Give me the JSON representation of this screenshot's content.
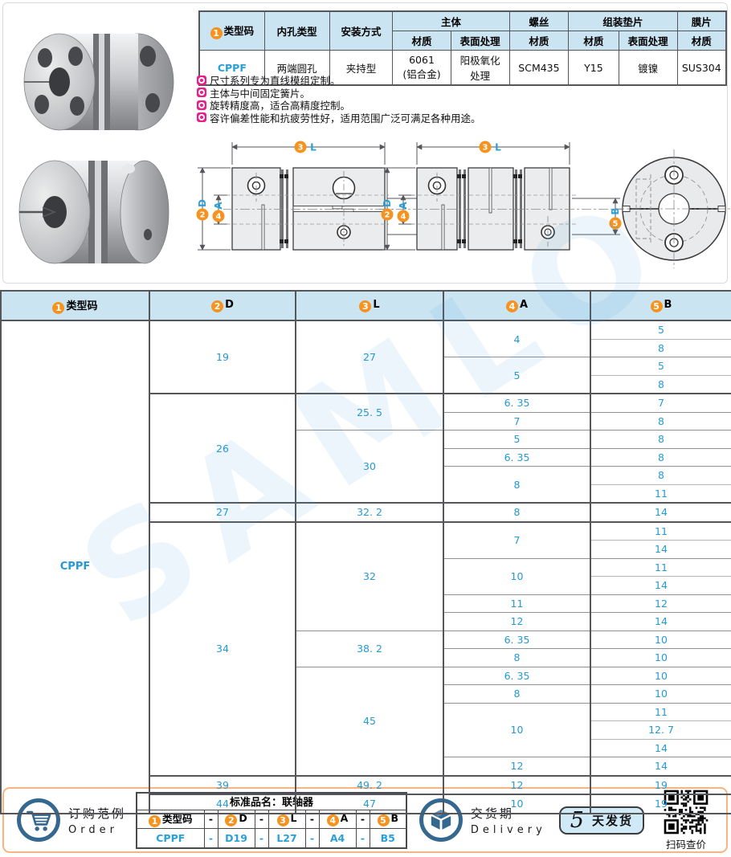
{
  "watermark": "SAMLO",
  "colors": {
    "accent_blue": "#2aa0d8",
    "orange_badge": "#f6921e",
    "magenta_bullet": "#ea1d8d",
    "header_bg": "#cbe4f2",
    "table_border": "#55565a",
    "bottom_panel_border": "#f9b480",
    "icon_blue": "#34688f",
    "days_box_bg": "#cfe9f7"
  },
  "spec_table": {
    "type_code_num": "1",
    "type_code_label": "类型码",
    "bore_label": "内孔类型",
    "mount_label": "安装方式",
    "body_label": "主体",
    "screw_label": "螺丝",
    "washer_label": "组装垫片",
    "membrane_label": "膜片",
    "material_label": "材质",
    "surface_label": "表面处理",
    "values": {
      "type_code": "CPPF",
      "bore": "两端圆孔",
      "mount": "夹持型",
      "body_material": "6061\n(铝合金)",
      "body_surface": "阳极氧化\n处理",
      "screw_material": "SCM435",
      "washer_material": "Y15",
      "washer_surface": "镀镍",
      "membrane_material": "SUS304"
    }
  },
  "features": [
    "尺寸系列专为直线模组定制。",
    "主体与中间固定簧片。",
    "旋转精度高，适合高精度控制。",
    "容许偏差性能和抗疲劳性好，适用范围广泛可满足各种用途。"
  ],
  "diagram": {
    "labels": {
      "d": {
        "num": "2",
        "letter": "D"
      },
      "l": {
        "num": "3",
        "letter": "L"
      },
      "a": {
        "num": "4",
        "letter": "A"
      },
      "b": {
        "num": "5",
        "letter": "B"
      }
    }
  },
  "main_table": {
    "columns": [
      {
        "num": "1",
        "label": "类型码"
      },
      {
        "num": "2",
        "label": "D"
      },
      {
        "num": "3",
        "label": "L"
      },
      {
        "num": "4",
        "label": "A"
      },
      {
        "num": "5",
        "label": "B"
      }
    ],
    "type_code": "CPPF",
    "rows": [
      {
        "d": "19",
        "ds": 4,
        "l": "27",
        "ls": 4,
        "a": "4",
        "as": 2,
        "b": "5",
        "line": "major"
      },
      {
        "b": "8",
        "line": "minor"
      },
      {
        "a": "5",
        "as": 2,
        "b": "5",
        "line": "mid"
      },
      {
        "b": "8",
        "line": "minor"
      },
      {
        "d": "26",
        "ds": 6,
        "l": "25. 5",
        "ls": 2,
        "a": "6. 35",
        "b": "7",
        "line": "major"
      },
      {
        "a": "7",
        "b": "8",
        "line": "mid"
      },
      {
        "l": "30",
        "ls": 4,
        "a": "5",
        "b": "8",
        "line": "mid"
      },
      {
        "a": "6. 35",
        "b": "8",
        "line": "mid"
      },
      {
        "a": "8",
        "as": 2,
        "b": "8",
        "line": "mid"
      },
      {
        "b": "11",
        "line": "minor"
      },
      {
        "d": "27",
        "ds": 1,
        "l": "32. 2",
        "ls": 1,
        "a": "8",
        "b": "14",
        "line": "major"
      },
      {
        "d": "34",
        "ds": 14,
        "l": "32",
        "ls": 6,
        "a": "7",
        "as": 2,
        "b": "11",
        "line": "major"
      },
      {
        "b": "14",
        "line": "minor"
      },
      {
        "a": "10",
        "as": 2,
        "b": "11",
        "line": "mid"
      },
      {
        "b": "14",
        "line": "minor"
      },
      {
        "a": "11",
        "b": "12",
        "line": "mid"
      },
      {
        "a": "12",
        "b": "14",
        "line": "mid"
      },
      {
        "l": "38. 2",
        "ls": 2,
        "a": "6. 35",
        "b": "10",
        "line": "mid"
      },
      {
        "a": "8",
        "b": "10",
        "line": "mid"
      },
      {
        "l": "45",
        "ls": 6,
        "a": "6. 35",
        "b": "10",
        "line": "mid"
      },
      {
        "a": "8",
        "b": "10",
        "line": "mid"
      },
      {
        "a": "10",
        "as": 3,
        "b": "11",
        "line": "mid"
      },
      {
        "b": "12. 7",
        "line": "minor"
      },
      {
        "b": "14",
        "line": "minor"
      },
      {
        "a": "12",
        "b": "14",
        "line": "mid"
      },
      {
        "d": "39",
        "ds": 1,
        "l": "49. 2",
        "ls": 1,
        "a": "12",
        "b": "19",
        "line": "major"
      },
      {
        "d": "44",
        "ds": 1,
        "l": "47",
        "ls": 1,
        "a": "10",
        "b": "19",
        "line": "major"
      }
    ]
  },
  "order": {
    "label_cn": "订购范例",
    "label_en": "Order",
    "table_title": "标准品名：联轴器",
    "columns": [
      {
        "num": "1",
        "label": "类型码"
      },
      {
        "num": "2",
        "label": "D"
      },
      {
        "num": "3",
        "label": "L"
      },
      {
        "num": "4",
        "label": "A"
      },
      {
        "num": "5",
        "label": "B"
      }
    ],
    "dash": "-",
    "values": [
      "CPPF",
      "D19",
      "L27",
      "A4",
      "B5"
    ]
  },
  "delivery": {
    "label_cn": "交货期",
    "label_en": "Delivery",
    "days": "5",
    "days_unit": "天发货",
    "qr_label": "扫码查价"
  }
}
